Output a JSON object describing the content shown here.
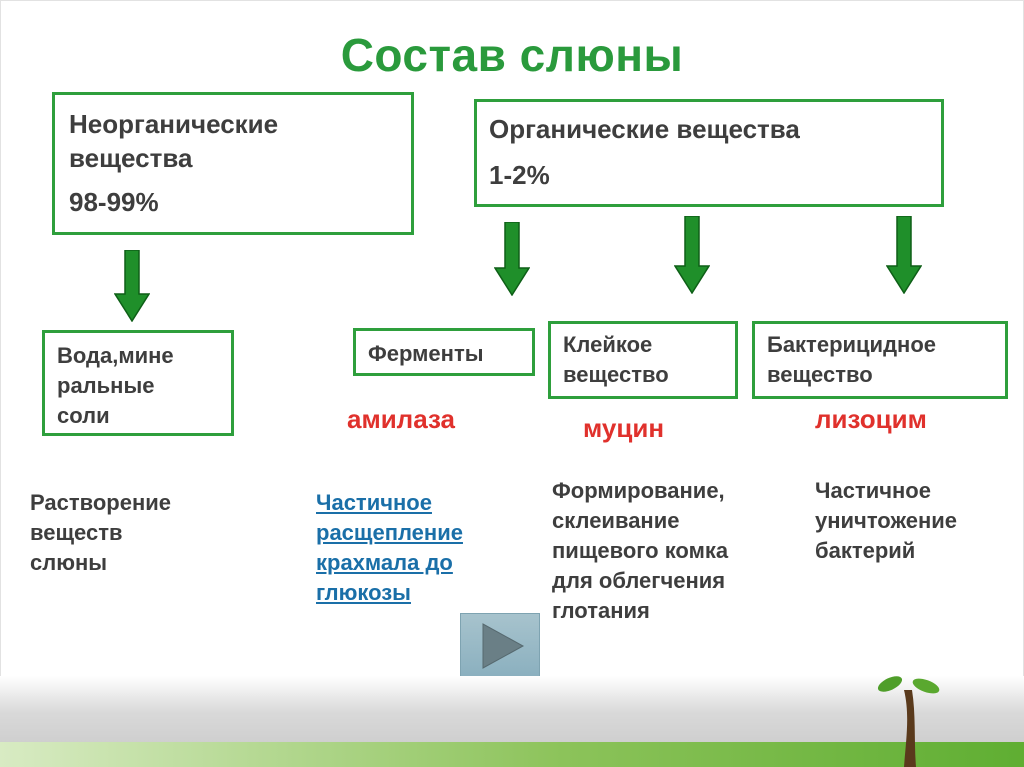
{
  "title": "Состав слюны",
  "top_boxes": {
    "inorganic": {
      "lines": [
        "Неорганические",
        "вещества"
      ],
      "percent": "98-99%"
    },
    "organic": {
      "lines": [
        "Органические вещества"
      ],
      "percent": "1-2%"
    }
  },
  "component_boxes": {
    "water": {
      "lines": [
        "Вода,мине",
        "ральные",
        "соли"
      ]
    },
    "enzymes": {
      "lines": [
        "Ферменты"
      ]
    },
    "sticky": {
      "lines": [
        "Клейкое",
        "вещество"
      ]
    },
    "bactericidal": {
      "lines": [
        "Бактерицидное",
        "вещество"
      ]
    }
  },
  "enzymes": {
    "amylase": "амилаза",
    "mucin": "муцин",
    "lysozyme": "лизоцим"
  },
  "descriptions": {
    "water": [
      "Растворение",
      "веществ",
      "слюны"
    ],
    "amylase": [
      "Частичное",
      "расщепление",
      "крахмала до",
      "глюкозы"
    ],
    "mucin": [
      "Формирование,",
      "склеивание",
      "пищевого комка",
      "для облегчения",
      "глотания"
    ],
    "lysozyme": [
      "Частичное",
      "уничтожение",
      "бактерий"
    ]
  },
  "colors": {
    "title": "#2a9a3c",
    "border": "#2e9f3c",
    "arrow": "#1f8f2a",
    "enzyme": "#e0312c",
    "link": "#1a6fa8"
  },
  "icons": {
    "play_button": "play-triangle-icon",
    "decoration": "tree-sprout-icon"
  }
}
